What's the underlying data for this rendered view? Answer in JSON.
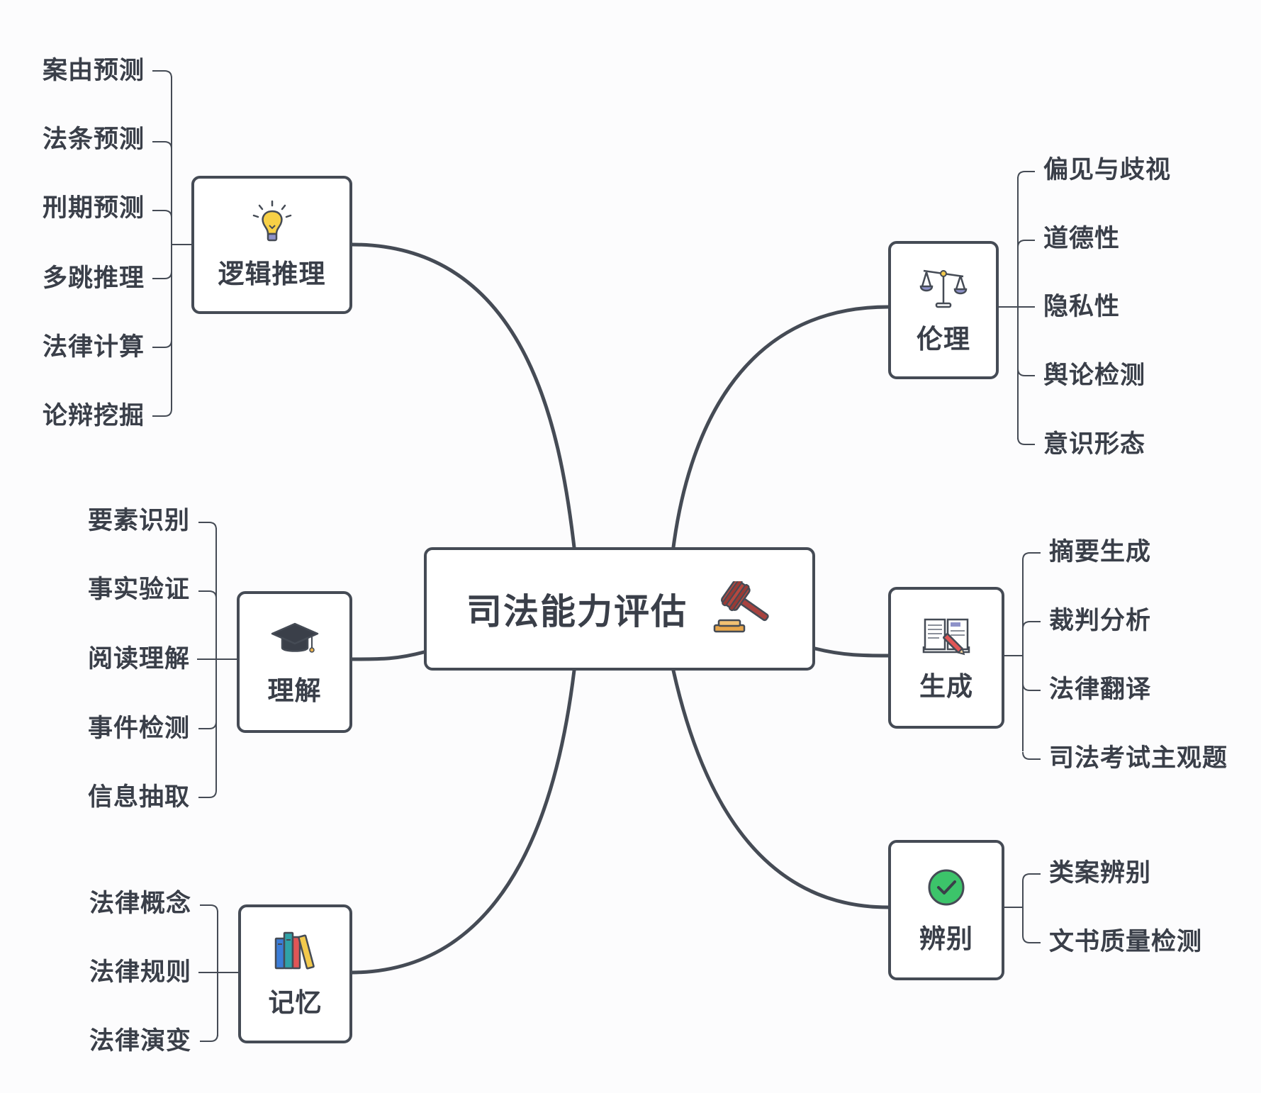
{
  "root": {
    "label": "司法能力评估",
    "icon": "gavel-icon"
  },
  "branches": {
    "logic": {
      "label": "逻辑推理",
      "icon": "lightbulb-icon",
      "items": [
        "案由预测",
        "法条预测",
        "刑期预测",
        "多跳推理",
        "法律计算",
        "论辩挖掘"
      ]
    },
    "understanding": {
      "label": "理解",
      "icon": "graduation-cap-icon",
      "items": [
        "要素识别",
        "事实验证",
        "阅读理解",
        "事件检测",
        "信息抽取"
      ]
    },
    "memory": {
      "label": "记忆",
      "icon": "books-icon",
      "items": [
        "法律概念",
        "法律规则",
        "法律演变"
      ]
    },
    "ethics": {
      "label": "伦理",
      "icon": "scales-icon",
      "items": [
        "偏见与歧视",
        "道德性",
        "隐私性",
        "舆论检测",
        "意识形态"
      ]
    },
    "generation": {
      "label": "生成",
      "icon": "book-pencil-icon",
      "items": [
        "摘要生成",
        "裁判分析",
        "法律翻译",
        "司法考试主观题"
      ]
    },
    "discrimination": {
      "label": "辨别",
      "icon": "check-circle-icon",
      "items": [
        "类案辨别",
        "文书质量检测"
      ]
    }
  }
}
